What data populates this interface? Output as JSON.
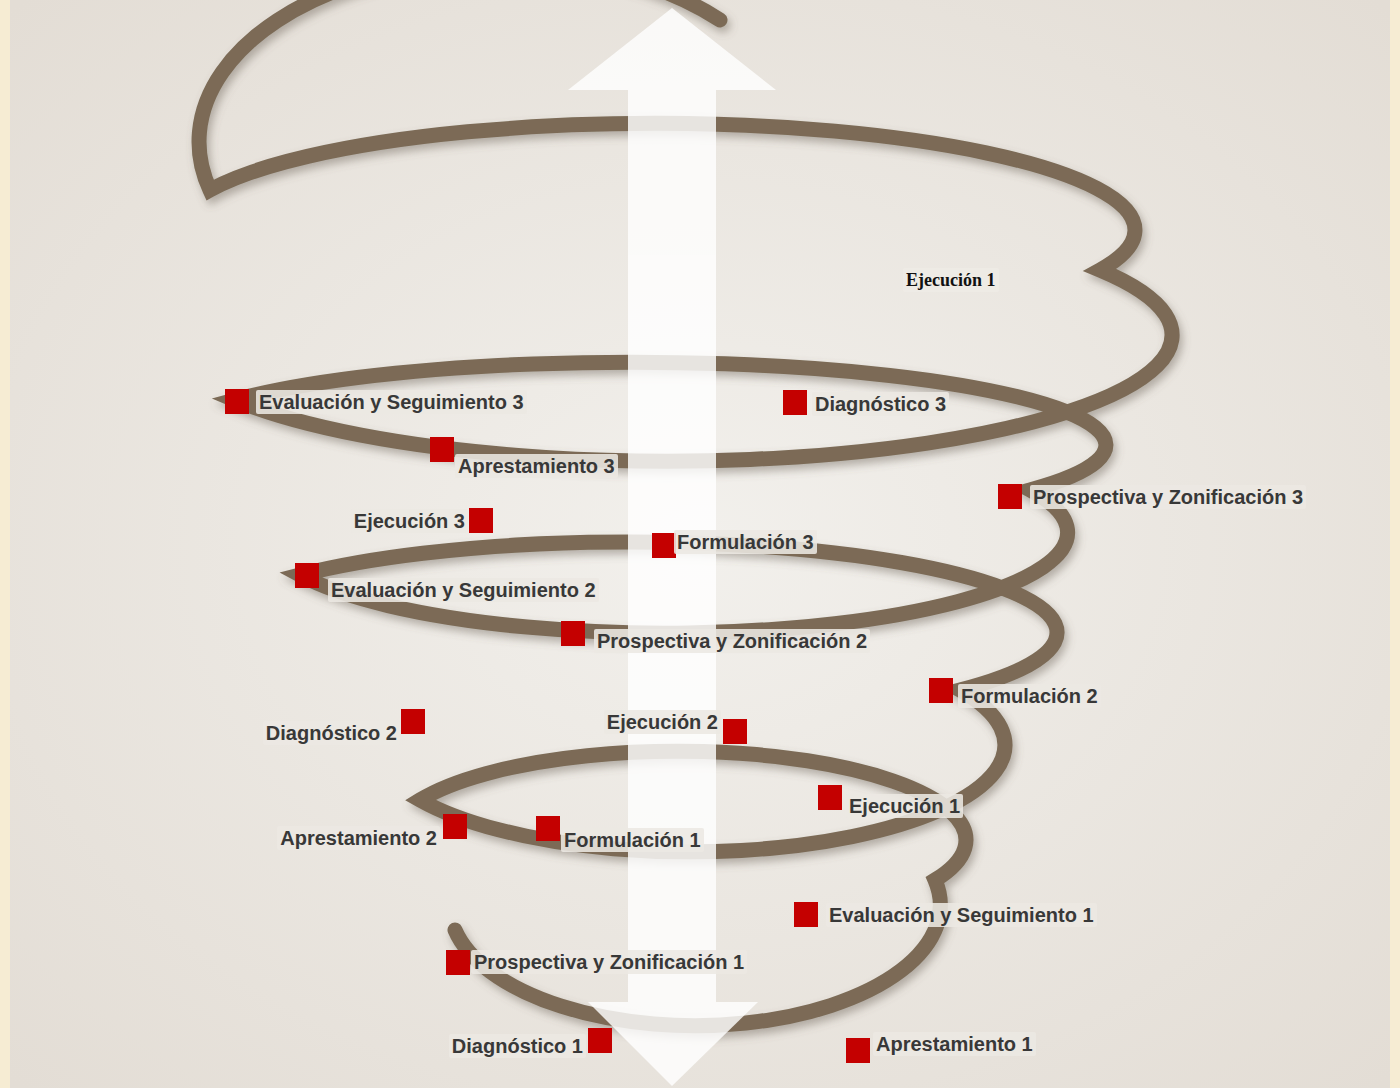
{
  "diagram": {
    "labels": [
      "Ejecución 1",
      "Evaluación y Seguimiento 3",
      "Diagnóstico 3",
      "Aprestamiento 3",
      "Prospectiva y Zonificación 3",
      "Ejecución 3",
      "Formulación 3",
      "Evaluación y Seguimiento 2",
      "Prospectiva y Zonificación 2",
      "Formulación 2",
      "Diagnóstico 2",
      "Ejecución 2",
      "Ejecución 1",
      "Aprestamiento 2",
      "Formulación 1",
      "Evaluación y Seguimiento 1",
      "Prospectiva y Zonificación 1",
      "Diagnóstico 1",
      "Aprestamiento 1"
    ]
  }
}
